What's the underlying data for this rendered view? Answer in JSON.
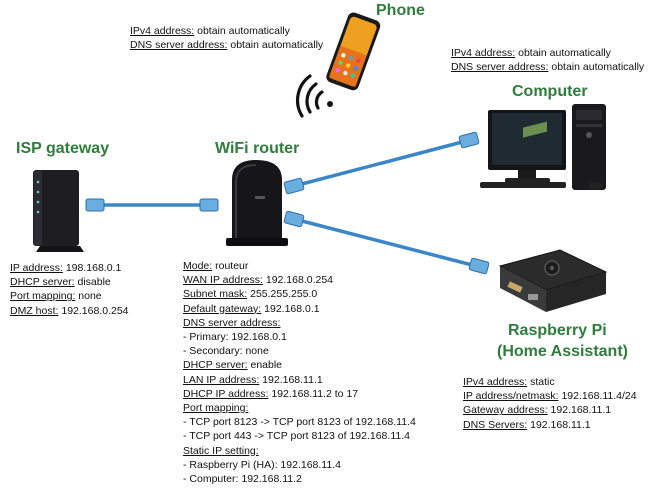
{
  "colors": {
    "title_green": "#2e7d3c",
    "cable_blue": "#3a86c8"
  },
  "phone": {
    "title": "Phone",
    "lines": [
      {
        "label": "IPv4 address:",
        "value": " obtain automatically"
      },
      {
        "label": "DNS server address:",
        "value": " obtain automatically"
      }
    ]
  },
  "computer": {
    "title": "Computer",
    "lines": [
      {
        "label": "IPv4 address:",
        "value": " obtain automatically"
      },
      {
        "label": "DNS server address:",
        "value": " obtain automatically"
      }
    ]
  },
  "isp": {
    "title": "ISP gateway",
    "lines": [
      {
        "label": "IP address:",
        "value": " 198.168.0.1"
      },
      {
        "label": "DHCP server:",
        "value": " disable"
      },
      {
        "label": "Port mapping:",
        "value": " none"
      },
      {
        "label": "DMZ host:",
        "value": " 192.168.0.254"
      }
    ]
  },
  "router": {
    "title": "WiFi router",
    "lines": [
      {
        "label": "Mode:",
        "value": " routeur"
      },
      {
        "label": "WAN IP address:",
        "value": " 192.168.0.254"
      },
      {
        "label": "Subnet mask:",
        "value": " 255.255.255.0"
      },
      {
        "label": "Default gateway:",
        "value": " 192.168.0.1"
      },
      {
        "label": "DNS server address:",
        "value": ""
      },
      {
        "label": "",
        "value": " - Primary: 192.168.0.1"
      },
      {
        "label": "",
        "value": " - Secondary: none"
      },
      {
        "label": "DHCP server:",
        "value": " enable"
      },
      {
        "label": "LAN IP address:",
        "value": " 192.168.11.1"
      },
      {
        "label": "DHCP IP address:",
        "value": " 192.168.11.2 to 17"
      },
      {
        "label": "Port mapping:",
        "value": ""
      },
      {
        "label": "",
        "value": " - TCP port 8123 -> TCP port 8123 of 192.168.11.4"
      },
      {
        "label": "",
        "value": " - TCP port 443 -> TCP port 8123 of 192.168.11.4"
      },
      {
        "label": "Static IP setting:",
        "value": ""
      },
      {
        "label": "",
        "value": " - Raspberry Pi (HA): 192.168.11.4"
      },
      {
        "label": "",
        "value": " - Computer: 192.168.11.2"
      }
    ]
  },
  "raspberry": {
    "title_line1": "Raspberry Pi",
    "title_line2": "(Home Assistant)",
    "lines": [
      {
        "label": "IPv4 address:",
        "value": " static"
      },
      {
        "label": "IP address/netmask:",
        "value": " 192.168.11.4/24"
      },
      {
        "label": "Gateway address:",
        "value": " 192.168.11.1"
      },
      {
        "label": "DNS Servers:",
        "value": " 192.168.11.1"
      }
    ]
  }
}
